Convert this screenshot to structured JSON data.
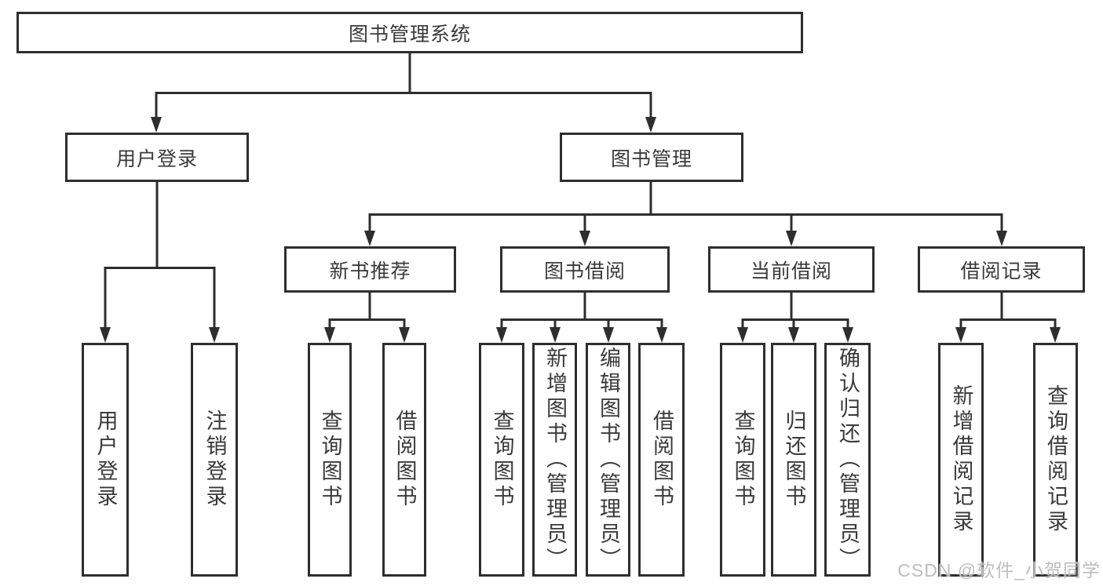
{
  "diagram_type": "tree",
  "tree": {
    "root": {
      "label": "图书管理系统",
      "children": [
        {
          "label": "用户登录",
          "children": [
            {
              "label": "用户登录"
            },
            {
              "label": "注销登录"
            }
          ]
        },
        {
          "label": "图书管理",
          "children": [
            {
              "label": "新书推荐",
              "children": [
                {
                  "label": "查询图书"
                },
                {
                  "label": "借阅图书"
                }
              ]
            },
            {
              "label": "图书借阅",
              "children": [
                {
                  "label": "查询图书"
                },
                {
                  "label": "新增图书（管理员）"
                },
                {
                  "label": "编辑图书（管理员）"
                },
                {
                  "label": "借阅图书"
                }
              ]
            },
            {
              "label": "当前借阅",
              "children": [
                {
                  "label": "查询图书"
                },
                {
                  "label": "归还图书"
                },
                {
                  "label": "确认归还（管理员）"
                }
              ]
            },
            {
              "label": "借阅记录",
              "children": [
                {
                  "label": "新增借阅记录"
                },
                {
                  "label": "查询借阅记录"
                }
              ]
            }
          ]
        }
      ]
    }
  },
  "watermark": "CSDN @软件_小贺同学",
  "colors": {
    "line": "#2e2e2e",
    "text": "#3a3a3a",
    "box_background": "#ffffff",
    "watermark": "#bdbdbd",
    "page_background": "#ffffff"
  }
}
